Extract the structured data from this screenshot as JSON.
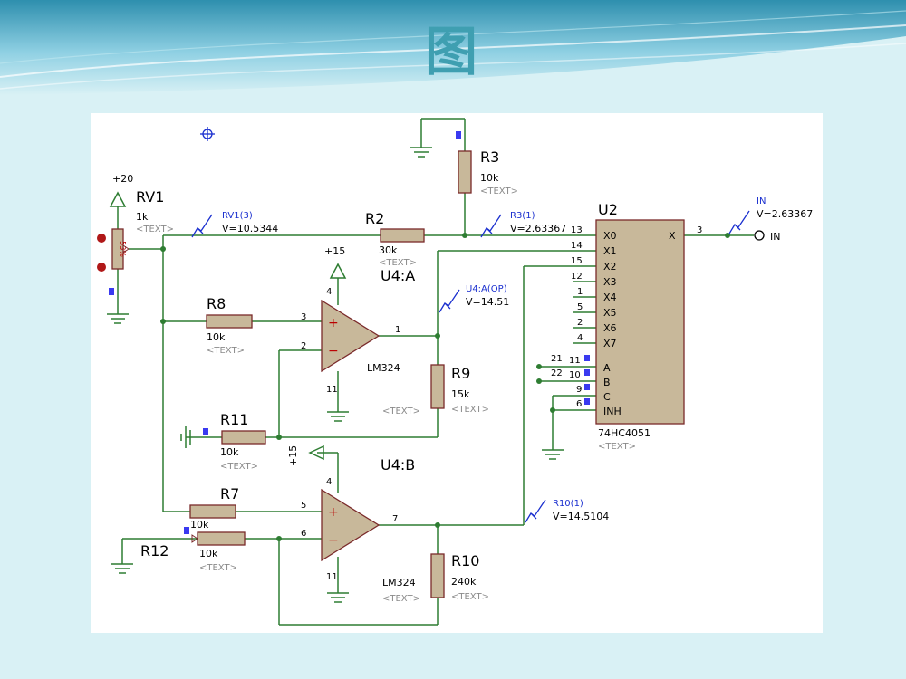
{
  "slide": {
    "title": "图"
  },
  "schematic": {
    "components": {
      "rv1": {
        "ref": "RV1",
        "value": "1k",
        "text": "<TEXT>",
        "supply": "+20",
        "wiper": "53%"
      },
      "r2": {
        "ref": "R2",
        "value": "30k",
        "text": "<TEXT>"
      },
      "r3": {
        "ref": "R3",
        "value": "10k",
        "text": "<TEXT>"
      },
      "r7": {
        "ref": "R7",
        "value": "10k"
      },
      "r8": {
        "ref": "R8",
        "value": "10k",
        "text": "<TEXT>"
      },
      "r9": {
        "ref": "R9",
        "value": "15k",
        "text": "<TEXT>",
        "text2": "<TEXT>"
      },
      "r10": {
        "ref": "R10",
        "value": "240k",
        "text": "<TEXT>",
        "text2": "<TEXT>"
      },
      "r11": {
        "ref": "R11",
        "value": "10k",
        "text": "<TEXT>"
      },
      "r12": {
        "ref": "R12",
        "value": "10k",
        "text": "<TEXT>"
      },
      "u4a": {
        "ref": "U4:A",
        "part": "LM324",
        "supply": "+15",
        "pins": [
          "4",
          "3",
          "2",
          "1",
          "11"
        ]
      },
      "u4b": {
        "ref": "U4:B",
        "part": "LM324",
        "supply": "+15",
        "pins": [
          "4",
          "5",
          "6",
          "7",
          "11"
        ]
      },
      "u2": {
        "ref": "U2",
        "part": "74HC4051",
        "text": "<TEXT>",
        "inputs": [
          "X0",
          "X1",
          "X2",
          "X3",
          "X4",
          "X5",
          "X6",
          "X7"
        ],
        "input_pins": [
          "13",
          "14",
          "15",
          "12",
          "1",
          "5",
          "2",
          "4"
        ],
        "controls": [
          "A",
          "B",
          "C",
          "INH"
        ],
        "control_pins": [
          "11",
          "10",
          "9",
          "6"
        ],
        "control_nets": [
          "21",
          "22"
        ],
        "output": "X",
        "output_pin": "3"
      }
    },
    "probes": {
      "rv1_3": {
        "name": "RV1(3)",
        "reading": "V=10.5344"
      },
      "r3_1": {
        "name": "R3(1)",
        "reading": "V=2.63367"
      },
      "u4a_op": {
        "name": "U4:A(OP)",
        "reading": "V=14.51"
      },
      "r10_1": {
        "name": "R10(1)",
        "reading": "V=14.5104"
      },
      "in": {
        "name": "IN",
        "reading": "V=2.63367"
      }
    },
    "terminal_in": "IN"
  }
}
